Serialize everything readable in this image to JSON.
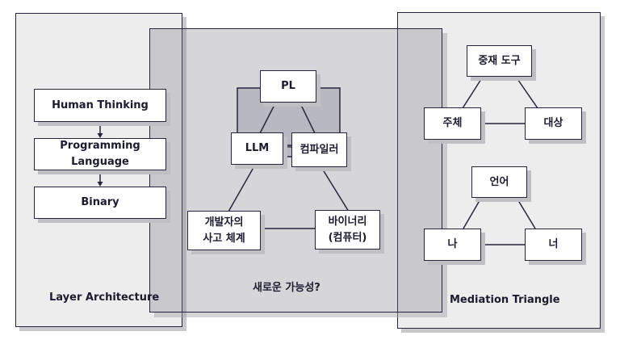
{
  "layer": {
    "title": "Layer Architecture",
    "items": [
      "Human Thinking",
      "Programming Language",
      "Binary"
    ]
  },
  "center": {
    "caption": "새로운 가능성?",
    "pl": "PL",
    "llm": "LLM",
    "compiler": "컴파일러",
    "developer": "개발자의\n사고 체계",
    "binary": "바이너리\n(컴퓨터)"
  },
  "mediation": {
    "title": "Mediation Triangle",
    "tri1": {
      "top": "중재 도구",
      "left": "주체",
      "right": "대상"
    },
    "tri2": {
      "top": "언어",
      "left": "나",
      "right": "너"
    }
  }
}
